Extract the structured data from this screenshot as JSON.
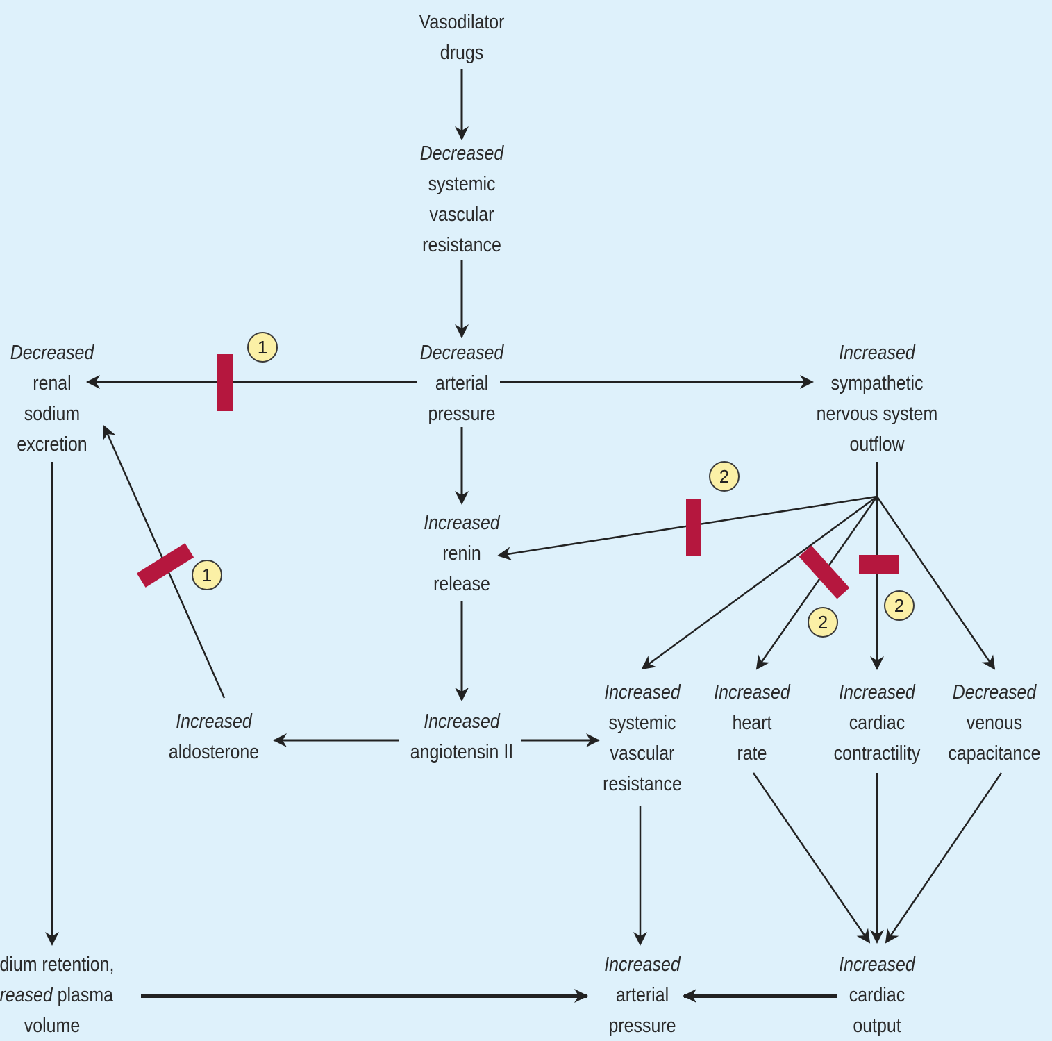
{
  "nodes": {
    "vasodilator": [
      "Vasodilator",
      "drugs"
    ],
    "dec_svr": {
      "q": "Decreased",
      "rest": [
        "systemic",
        "vascular",
        "resistance"
      ]
    },
    "dec_ap": {
      "q": "Decreased",
      "rest": [
        "arterial",
        "pressure"
      ]
    },
    "dec_renal": {
      "q": "Decreased",
      "rest": [
        "renal",
        "sodium",
        "excretion"
      ]
    },
    "inc_sns": {
      "q": "Increased",
      "rest": [
        "sympathetic",
        "nervous system",
        "outflow"
      ]
    },
    "inc_renin": {
      "q": "Increased",
      "rest": [
        "renin",
        "release"
      ]
    },
    "inc_aldo": {
      "q": "Increased",
      "rest": [
        "aldosterone"
      ]
    },
    "inc_ang": {
      "q": "Increased",
      "rest": [
        "angiotensin II"
      ]
    },
    "inc_svr": {
      "q": "Increased",
      "rest": [
        "systemic",
        "vascular",
        "resistance"
      ]
    },
    "inc_hr": {
      "q": "Increased",
      "rest": [
        "heart",
        "rate"
      ]
    },
    "inc_contract": {
      "q": "Increased",
      "rest": [
        "cardiac",
        "contractility"
      ]
    },
    "dec_venous": {
      "q": "Decreased",
      "rest": [
        "venous",
        "capacitance"
      ]
    },
    "sodium_ret": {
      "line1": "odium retention,",
      "q2": "creased",
      "line2b": " plasma",
      "line3": "volume"
    },
    "inc_ap": {
      "q": "Increased",
      "rest": [
        "arterial",
        "pressure"
      ]
    },
    "inc_co": {
      "q": "Increased",
      "rest": [
        "cardiac",
        "output"
      ]
    }
  },
  "badges": [
    "1",
    "1",
    "2",
    "2",
    "2"
  ],
  "colors": {
    "background": "#def1fb",
    "block": "#b5173e",
    "badge": "#fbf0a6"
  }
}
